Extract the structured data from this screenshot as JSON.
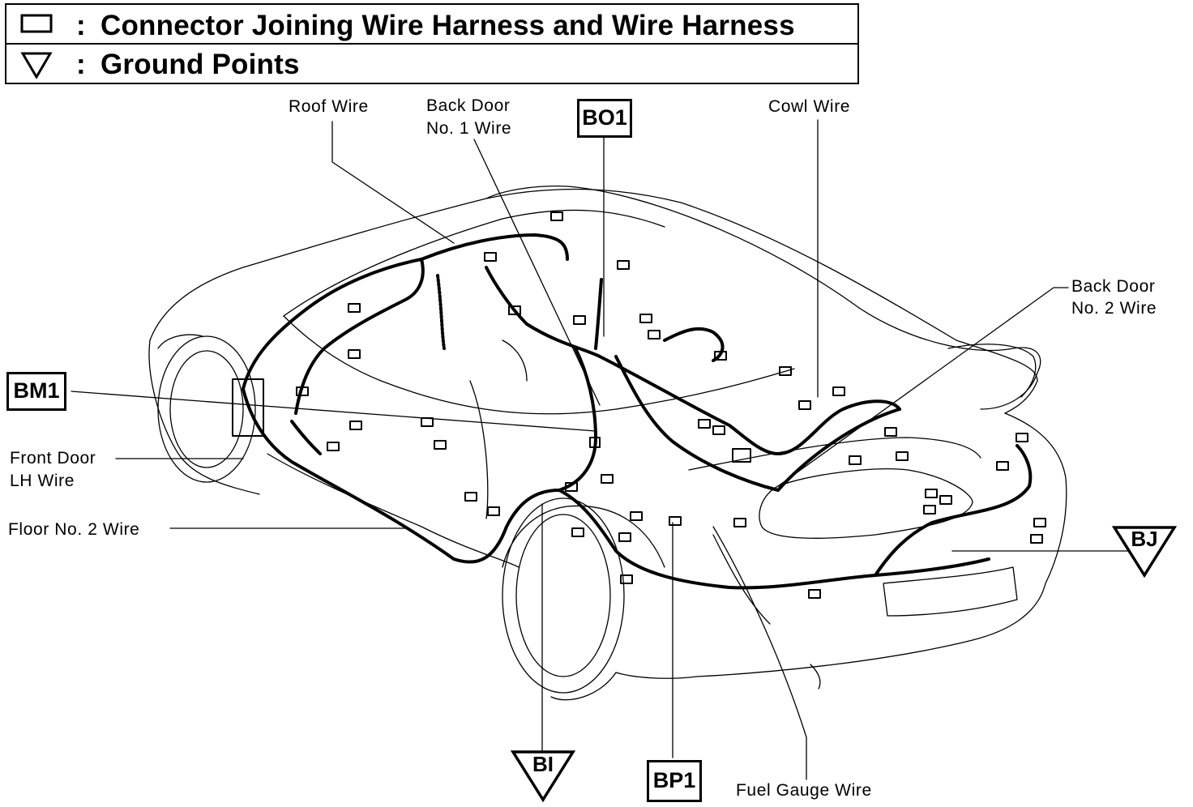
{
  "legend": {
    "connector_text": "Connector Joining Wire Harness and Wire Harness",
    "ground_text": "Ground Points",
    "separator": ":"
  },
  "labels": {
    "roof_wire": "Roof Wire",
    "back_door_no1_line1": "Back Door",
    "back_door_no1_line2": "No. 1 Wire",
    "cowl_wire": "Cowl Wire",
    "back_door_no2_line1": "Back Door",
    "back_door_no2_line2": "No. 2 Wire",
    "front_door_lh_line1": "Front Door",
    "front_door_lh_line2": "LH Wire",
    "floor_no2_wire": "Floor No. 2 Wire",
    "fuel_gauge_wire": "Fuel Gauge Wire"
  },
  "connectors": {
    "bo1": "BO1",
    "bm1": "BM1",
    "bp1": "BP1"
  },
  "grounds": {
    "bj": "BJ",
    "bi": "BI"
  }
}
